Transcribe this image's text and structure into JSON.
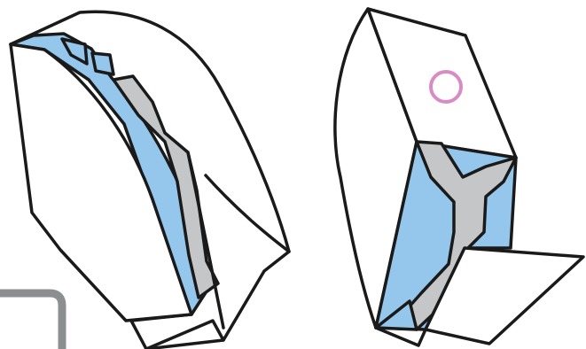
{
  "colors": {
    "background": "#ffffff",
    "outline": "#1a1a1a",
    "panel_blue": "#95c7ec",
    "divider_gray": "#c4c6c8",
    "frame_gray": "#8c8e90",
    "marker_pink": "#d98cc4"
  },
  "figure": {
    "left_object": "curved-container",
    "right_object": "box-with-flap",
    "marker": "pink-ring",
    "frame": "gray-corner-frame"
  }
}
